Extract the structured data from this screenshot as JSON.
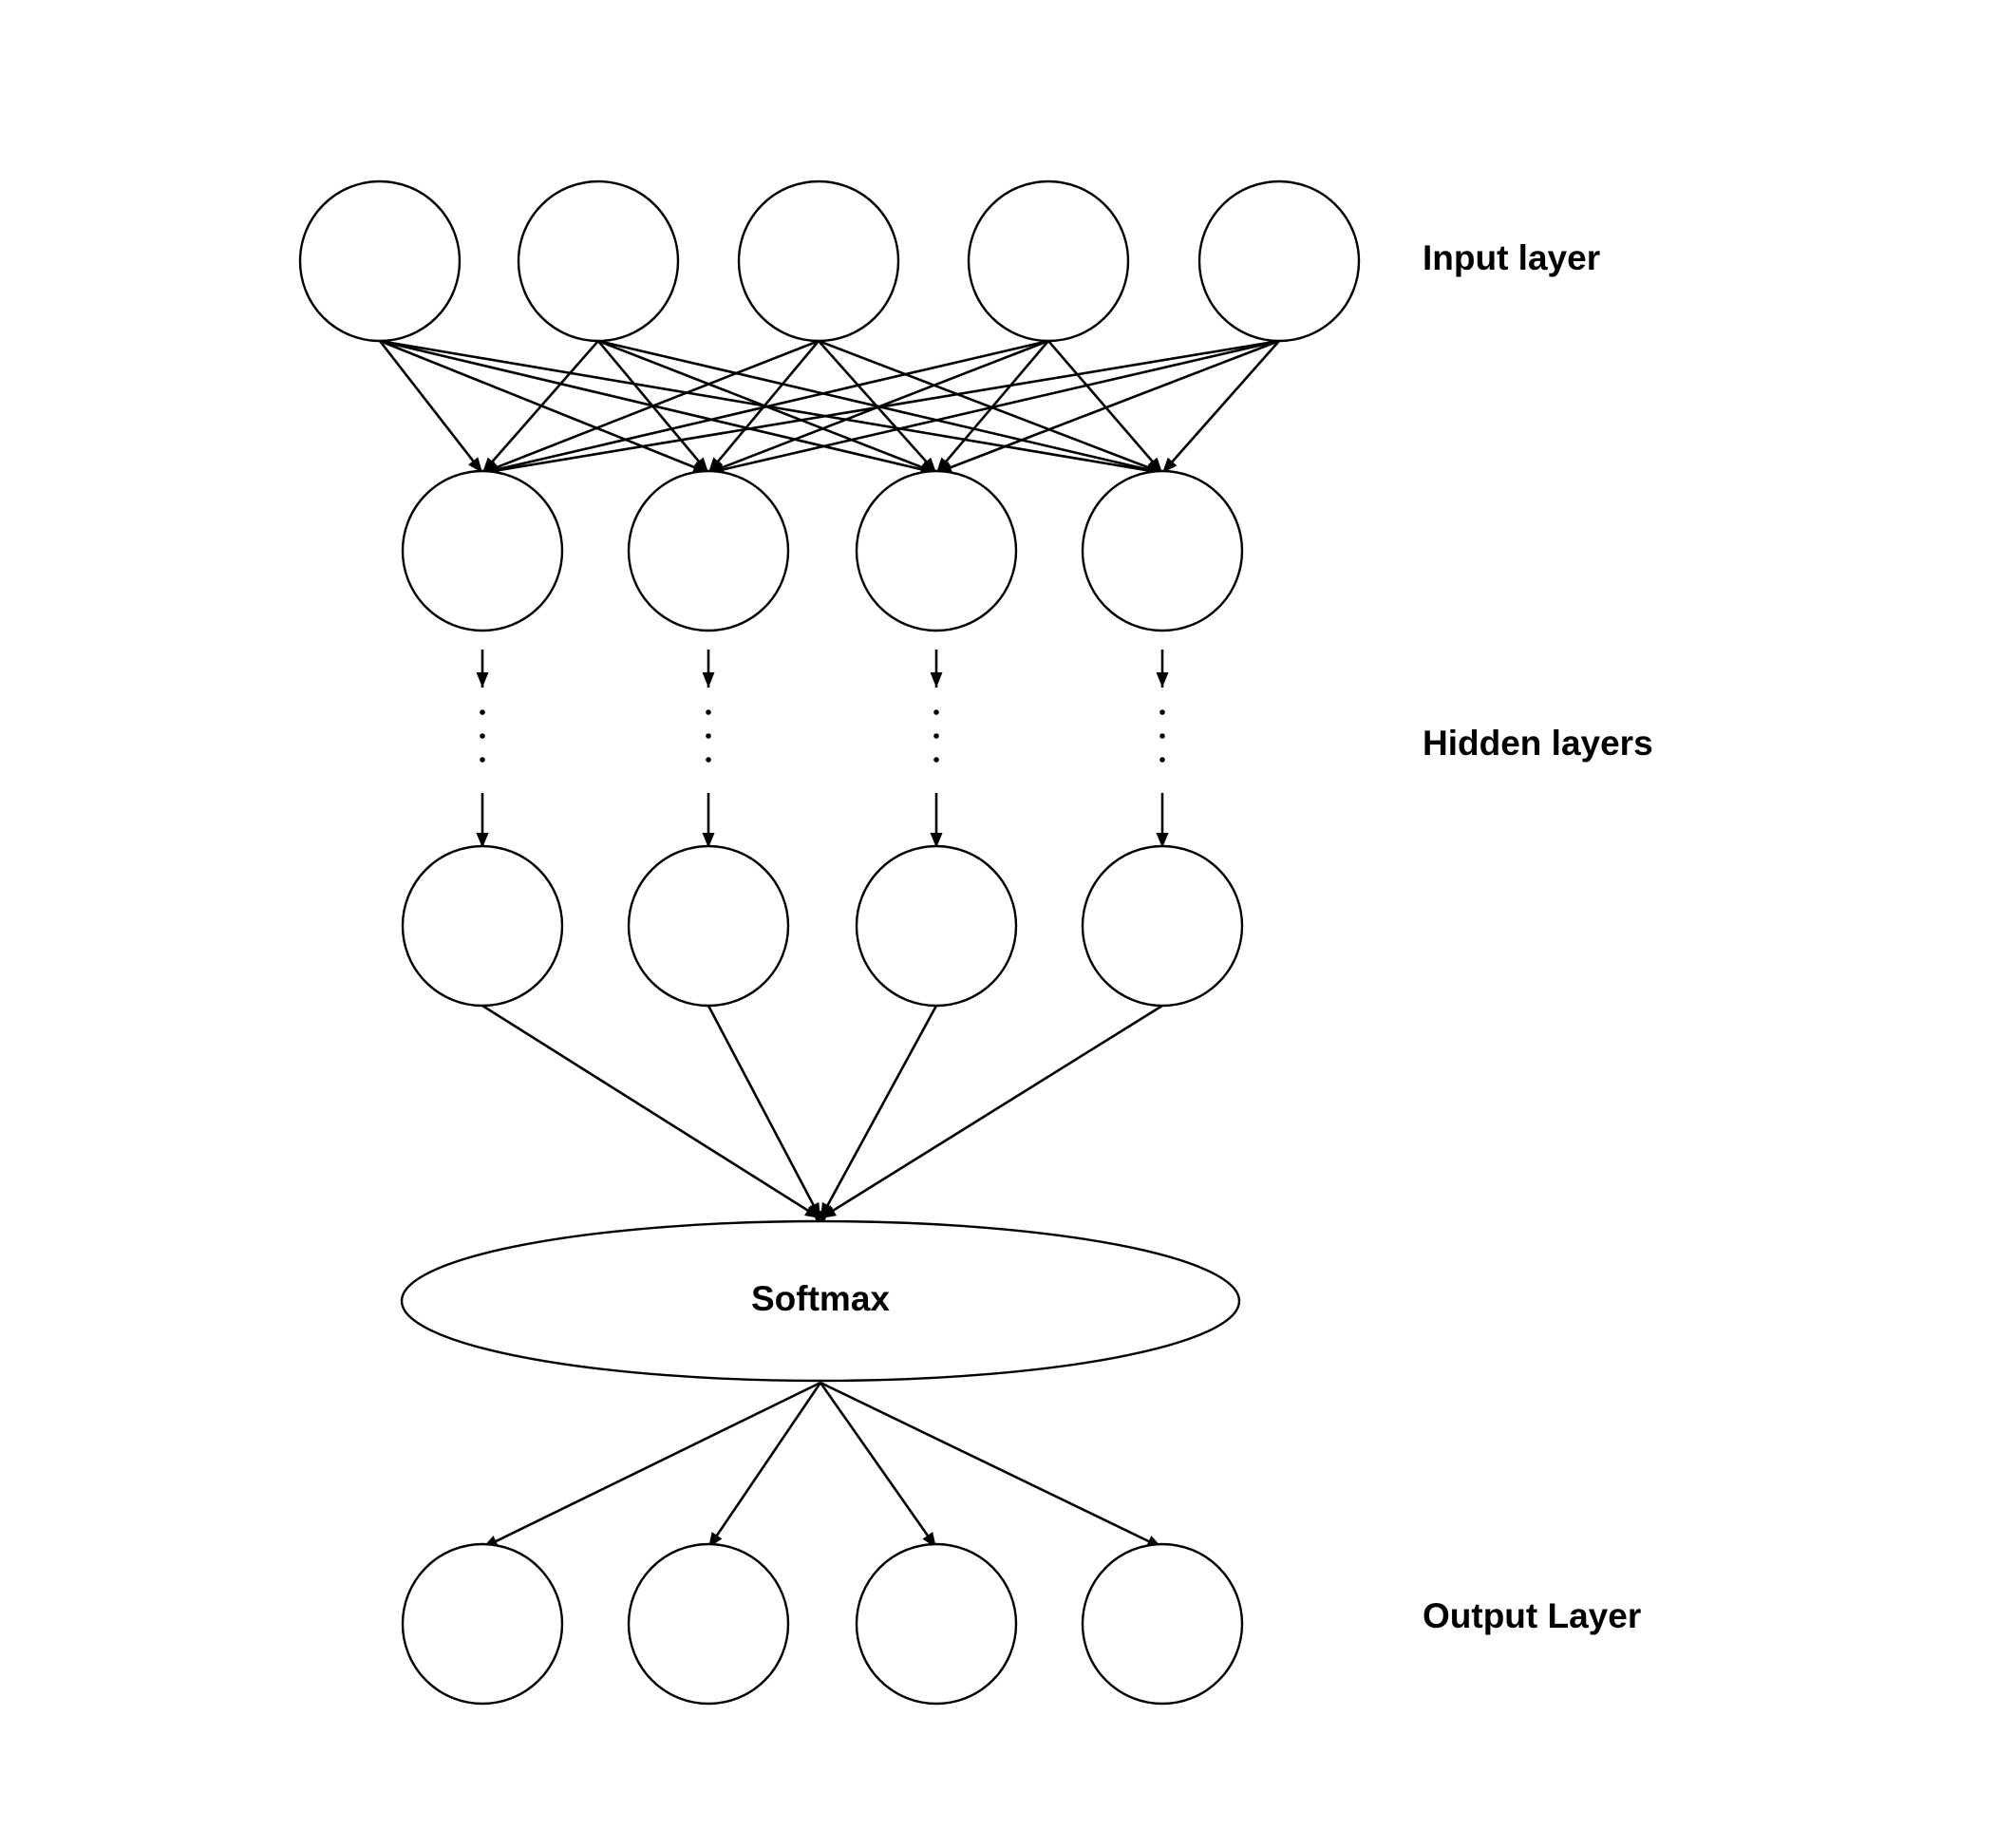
{
  "labels": {
    "input": "Input layer",
    "hidden": "Hidden layers",
    "output": "Output Layer",
    "softmax": "Softmax"
  },
  "structure": {
    "input_nodes": 5,
    "hidden_nodes_per_layer": 4,
    "output_nodes": 4,
    "ellipsis": "vertical dots between hidden layers"
  },
  "colors": {
    "stroke": "#000000",
    "background": "#ffffff"
  }
}
